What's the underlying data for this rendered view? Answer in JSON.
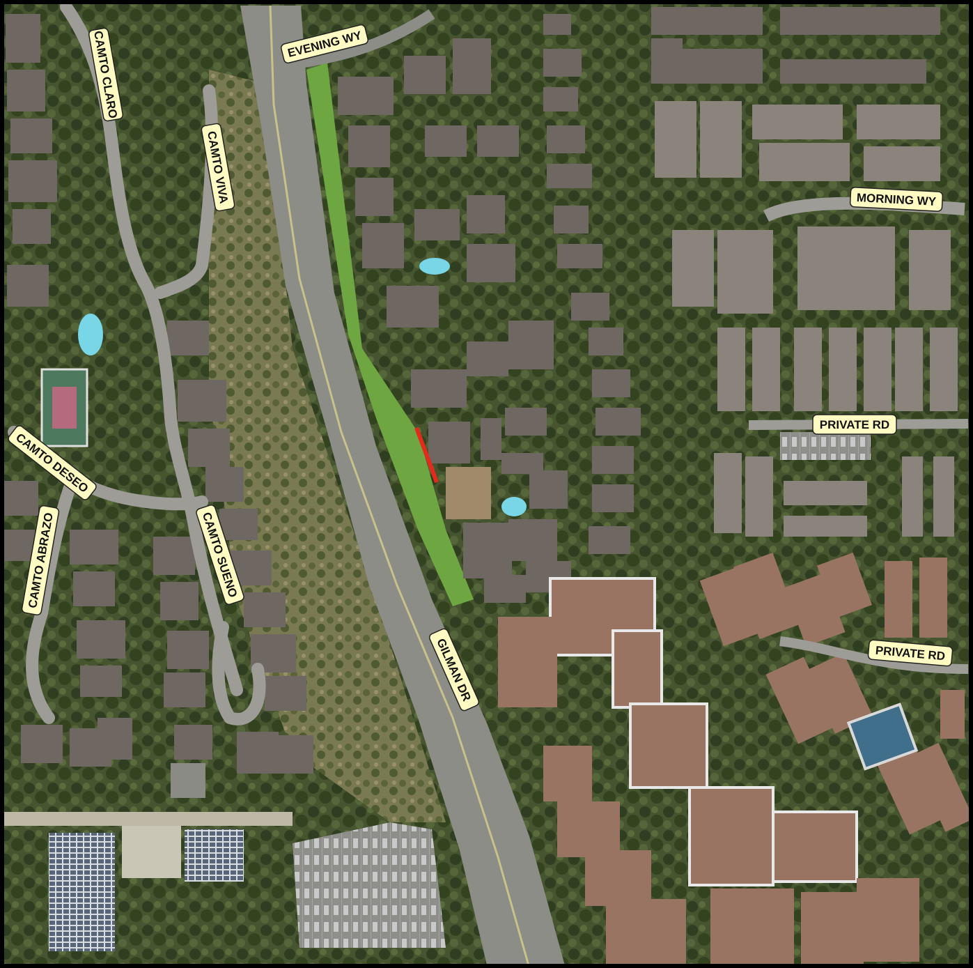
{
  "map": {
    "type": "aerial-imagery",
    "colors": {
      "frame": "#000000",
      "label_fill": "#fffbc2",
      "label_stroke": "#222222",
      "highlight_segment": "#e32b1b",
      "road": "#8d8d88",
      "vegetation_dark": "#3f4d2c",
      "lawn": "#6ea742",
      "roof_grey": "#6f6862",
      "roof_tile": "#9a7462",
      "pool": "#79d6e6"
    },
    "street_labels": {
      "camto_claro": "CAMTO CLARO",
      "camto_viva": "CAMTO VIVA",
      "evening_wy": "EVENING WY",
      "morning_wy": "MORNING WY",
      "private_rd_1": "PRIVATE RD",
      "private_rd_2": "PRIVATE RD",
      "camto_deseo": "CAMTO DESEO",
      "camto_abrazo": "CAMTO ABRAZO",
      "camto_sueno": "CAMTO SUENO",
      "gilman_dr": "GILMAN DR"
    }
  }
}
